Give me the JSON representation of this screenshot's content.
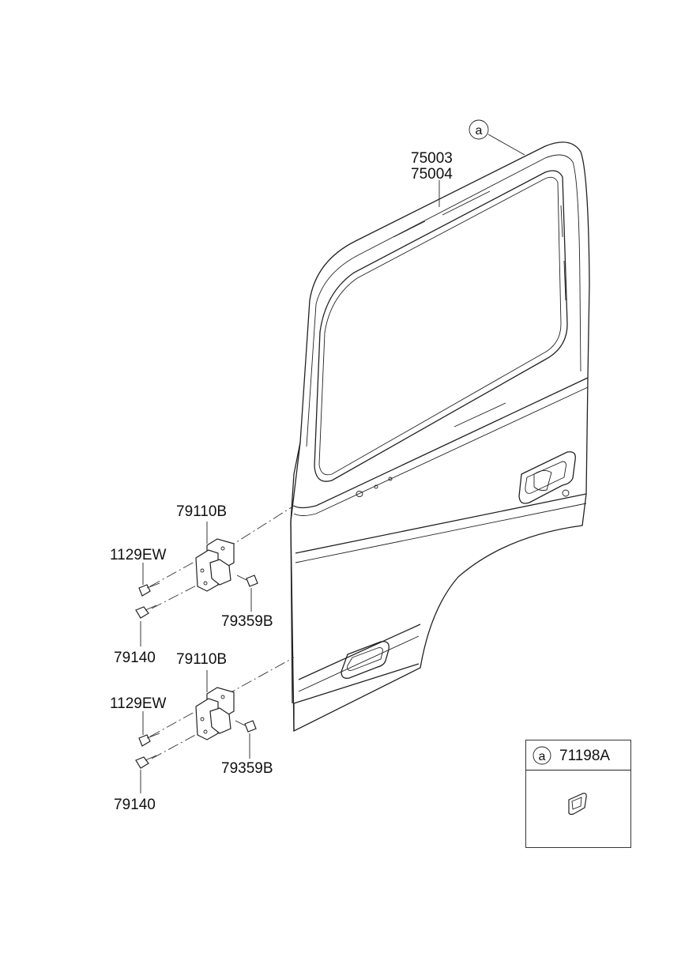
{
  "labels": {
    "callout_a": "a",
    "door_lh": "75003",
    "door_rh": "75004",
    "hinge_upper": "79110B",
    "bolt_upper": "1129EW",
    "screw_upper": "79359B",
    "pin_upper": "79140",
    "hinge_lower": "79110B",
    "bolt_lower": "1129EW",
    "screw_lower": "79359B",
    "pin_lower": "79140"
  },
  "inset": {
    "callout": "a",
    "part": "71198A"
  }
}
